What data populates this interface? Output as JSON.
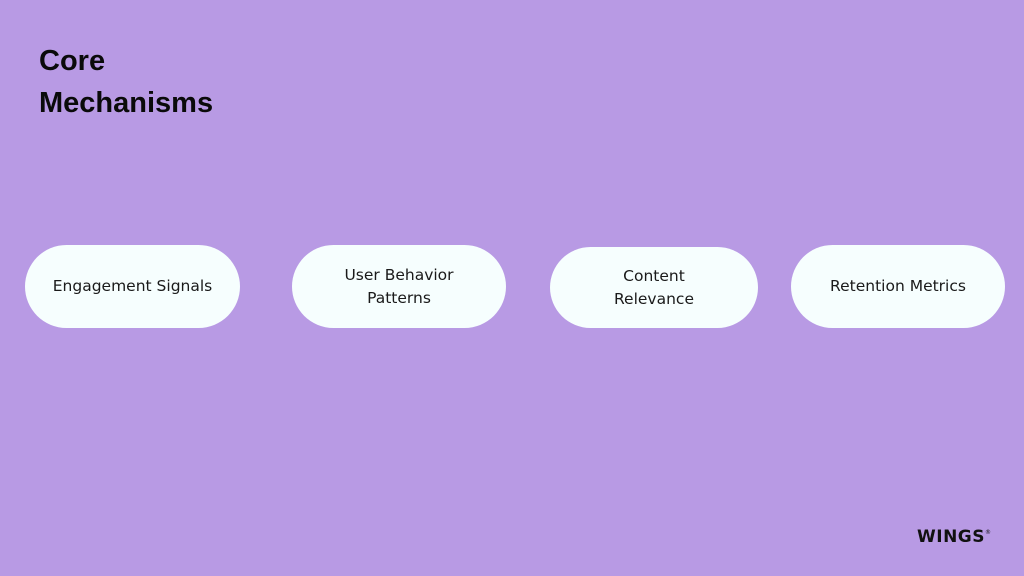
{
  "title_line1": "Core",
  "title_line2": "Mechanisms",
  "pills": [
    {
      "line1": "Engagement Signals",
      "line2": ""
    },
    {
      "line1": "User Behavior",
      "line2": "Patterns"
    },
    {
      "line1": "Content",
      "line2": "Relevance"
    },
    {
      "line1": "Retention Metrics",
      "line2": ""
    }
  ],
  "logo": {
    "text": "WINGS",
    "mark": "®"
  },
  "colors": {
    "background": "#b89ae4",
    "pill": "#f6fefe"
  }
}
